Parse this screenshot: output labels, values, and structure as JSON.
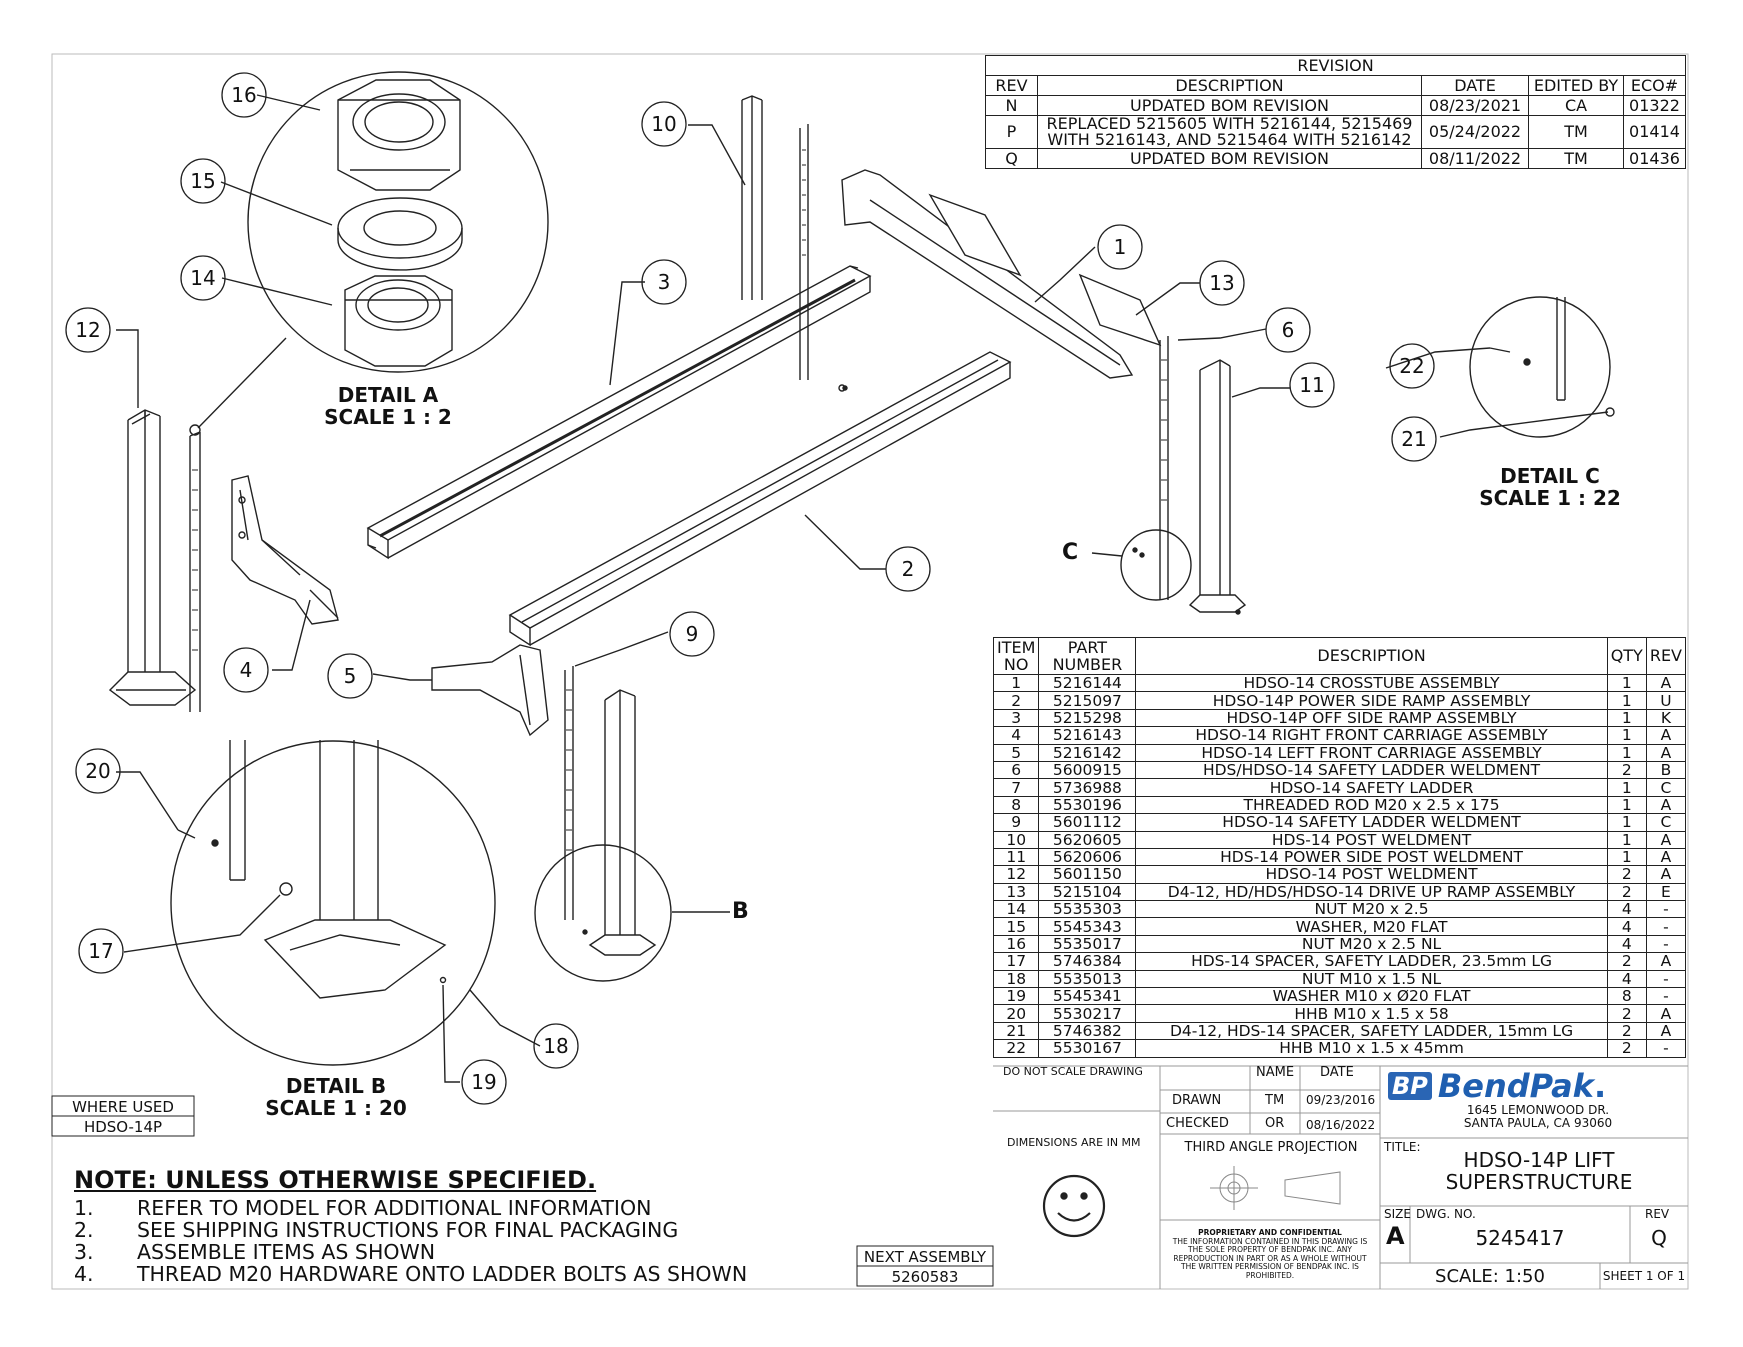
{
  "revision": {
    "title": "REVISION",
    "headers": [
      "REV",
      "DESCRIPTION",
      "DATE",
      "EDITED BY",
      "ECO#"
    ],
    "rows": [
      {
        "rev": "N",
        "description": [
          "UPDATED BOM REVISION"
        ],
        "date": "08/23/2021",
        "edited_by": "CA",
        "eco": "01322"
      },
      {
        "rev": "P",
        "description": [
          "REPLACED 5215605 WITH 5216144, 5215469",
          "WITH 5216143, AND 5215464 WITH 5216142"
        ],
        "date": "05/24/2022",
        "edited_by": "TM",
        "eco": "01414"
      },
      {
        "rev": "Q",
        "description": [
          "UPDATED BOM REVISION"
        ],
        "date": "08/11/2022",
        "edited_by": "TM",
        "eco": "01436"
      }
    ]
  },
  "bom": {
    "headers": {
      "item": [
        "ITEM",
        "NO"
      ],
      "part": [
        "PART",
        "NUMBER"
      ],
      "description": "DESCRIPTION",
      "qty": "QTY",
      "rev": "REV"
    },
    "rows": [
      {
        "item": "1",
        "part": "5216144",
        "description": "HDSO-14 CROSSTUBE ASSEMBLY",
        "qty": "1",
        "rev": "A"
      },
      {
        "item": "2",
        "part": "5215097",
        "description": "HDSO-14P POWER SIDE RAMP ASSEMBLY",
        "qty": "1",
        "rev": "U"
      },
      {
        "item": "3",
        "part": "5215298",
        "description": "HDSO-14P OFF SIDE RAMP ASSEMBLY",
        "qty": "1",
        "rev": "K"
      },
      {
        "item": "4",
        "part": "5216143",
        "description": "HDSO-14 RIGHT FRONT CARRIAGE ASSEMBLY",
        "qty": "1",
        "rev": "A"
      },
      {
        "item": "5",
        "part": "5216142",
        "description": "HDSO-14 LEFT FRONT CARRIAGE ASSEMBLY",
        "qty": "1",
        "rev": "A"
      },
      {
        "item": "6",
        "part": "5600915",
        "description": "HDS/HDSO-14 SAFETY LADDER WELDMENT",
        "qty": "2",
        "rev": "B"
      },
      {
        "item": "7",
        "part": "5736988",
        "description": "HDSO-14 SAFETY LADDER",
        "qty": "1",
        "rev": "C"
      },
      {
        "item": "8",
        "part": "5530196",
        "description": "THREADED ROD M20 x 2.5 x 175",
        "qty": "1",
        "rev": "A"
      },
      {
        "item": "9",
        "part": "5601112",
        "description": "HDSO-14 SAFETY LADDER WELDMENT",
        "qty": "1",
        "rev": "C"
      },
      {
        "item": "10",
        "part": "5620605",
        "description": "HDS-14 POST WELDMENT",
        "qty": "1",
        "rev": "A"
      },
      {
        "item": "11",
        "part": "5620606",
        "description": "HDS-14 POWER SIDE POST WELDMENT",
        "qty": "1",
        "rev": "A"
      },
      {
        "item": "12",
        "part": "5601150",
        "description": "HDSO-14 POST WELDMENT",
        "qty": "2",
        "rev": "A"
      },
      {
        "item": "13",
        "part": "5215104",
        "description": "D4-12, HD/HDS/HDSO-14 DRIVE UP RAMP ASSEMBLY",
        "qty": "2",
        "rev": "E"
      },
      {
        "item": "14",
        "part": "5535303",
        "description": "NUT M20 x 2.5",
        "qty": "4",
        "rev": "-"
      },
      {
        "item": "15",
        "part": "5545343",
        "description": "WASHER, M20 FLAT",
        "qty": "4",
        "rev": "-"
      },
      {
        "item": "16",
        "part": "5535017",
        "description": "NUT M20 x 2.5 NL",
        "qty": "4",
        "rev": "-"
      },
      {
        "item": "17",
        "part": "5746384",
        "description": "HDS-14 SPACER, SAFETY LADDER, 23.5mm LG",
        "qty": "2",
        "rev": "A"
      },
      {
        "item": "18",
        "part": "5535013",
        "description": "NUT M10 x 1.5 NL",
        "qty": "4",
        "rev": "-"
      },
      {
        "item": "19",
        "part": "5545341",
        "description": "WASHER M10 x Ø20 FLAT",
        "qty": "8",
        "rev": "-"
      },
      {
        "item": "20",
        "part": "5530217",
        "description": "HHB M10 x 1.5 x 58",
        "qty": "2",
        "rev": "A"
      },
      {
        "item": "21",
        "part": "5746382",
        "description": "D4-12, HDS-14 SPACER, SAFETY LADDER, 15mm LG",
        "qty": "2",
        "rev": "A"
      },
      {
        "item": "22",
        "part": "5530167",
        "description": "HHB M10 x 1.5 x 45mm",
        "qty": "2",
        "rev": "-"
      }
    ]
  },
  "balloons": [
    "1",
    "2",
    "3",
    "4",
    "5",
    "6",
    "9",
    "10",
    "11",
    "12",
    "13",
    "14",
    "15",
    "16",
    "17",
    "18",
    "19",
    "20",
    "21",
    "22"
  ],
  "details": {
    "a": {
      "name": "DETAIL A",
      "scale": "SCALE 1 : 2"
    },
    "b": {
      "name": "DETAIL B",
      "scale": "SCALE 1 : 20",
      "callout": "B"
    },
    "c": {
      "name": "DETAIL C",
      "scale": "SCALE 1 : 22",
      "callout": "C"
    }
  },
  "where_used": {
    "label": "WHERE USED",
    "value": "HDSO-14P"
  },
  "next_assembly": {
    "label": "NEXT ASSEMBLY",
    "value": "5260583"
  },
  "notes": {
    "title": "NOTE: UNLESS OTHERWISE SPECIFIED",
    "title_suffix": ".",
    "items": [
      {
        "num": "1.",
        "text": "REFER TO MODEL FOR ADDITIONAL INFORMATION"
      },
      {
        "num": "2.",
        "text": "SEE SHIPPING INSTRUCTIONS FOR FINAL PACKAGING"
      },
      {
        "num": "3.",
        "text": "ASSEMBLE ITEMS AS SHOWN"
      },
      {
        "num": "4.",
        "text": "THREAD M20 HARDWARE ONTO LADDER BOLTS AS SHOWN"
      }
    ]
  },
  "title_block": {
    "do_not_scale": "DO NOT SCALE DRAWING",
    "name_header": "NAME",
    "date_header": "DATE",
    "drawn_label": "DRAWN",
    "drawn_name": "TM",
    "drawn_date": "09/23/2016",
    "checked_label": "CHECKED",
    "checked_name": "OR",
    "checked_date": "08/16/2022",
    "dimensions": "DIMENSIONS ARE IN MM",
    "projection": "THIRD ANGLE PROJECTION",
    "proprietary_title": "PROPRIETARY AND CONFIDENTIAL",
    "proprietary_lines": [
      "THE INFORMATION CONTAINED IN THIS DRAWING IS",
      "THE SOLE PROPERTY OF BENDPAK INC. ANY",
      "REPRODUCTION IN PART OR AS A WHOLE WITHOUT",
      "THE WRITTEN PERMISSION OF BENDPAK INC. IS",
      "PROHIBITED."
    ],
    "logo_mark": "BP",
    "logo_text": "BendPak",
    "logo_suffix": ".",
    "address_1": "1645 LEMONWOOD DR.",
    "address_2": "SANTA PAULA, CA 93060",
    "title_label": "TITLE:",
    "title_1": "HDSO-14P LIFT",
    "title_2": "SUPERSTRUCTURE",
    "size_label": "SIZE",
    "size": "A",
    "dwg_label": "DWG.  NO.",
    "dwg_no": "5245417",
    "rev_label": "REV",
    "rev": "Q",
    "scale": "SCALE: 1:50",
    "sheet": "SHEET 1 OF 1"
  },
  "colors": {
    "line": "#222222",
    "logo_blue": "#1f5fb0",
    "logo_mark_bg": "#2a65b4"
  }
}
